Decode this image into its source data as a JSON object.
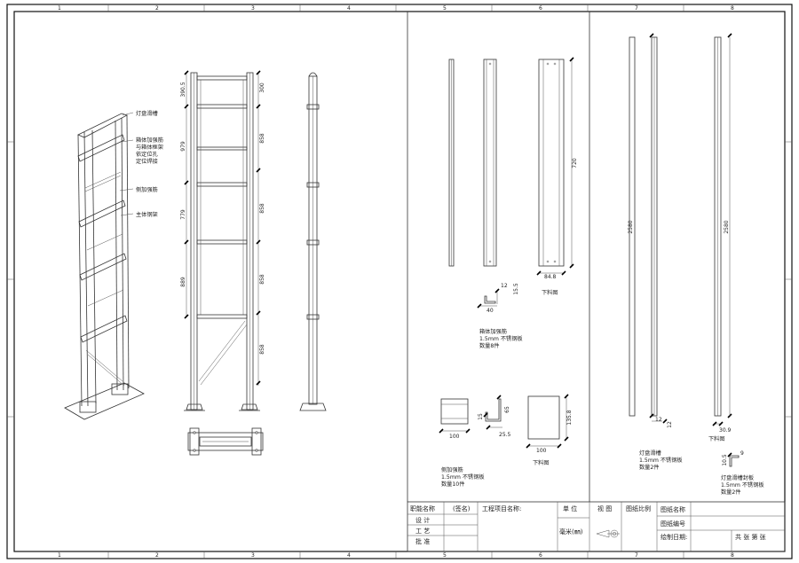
{
  "border": {
    "top_zones": [
      "1",
      "2",
      "3",
      "4",
      "5",
      "6",
      "7",
      "8"
    ],
    "bottom_zones": [
      "1",
      "2",
      "3",
      "4",
      "5",
      "6",
      "7",
      "8"
    ]
  },
  "iso_labels": {
    "light_tray_rail": "灯盘滑槽",
    "box_reinforcement_l1": "箱体加强筋",
    "box_reinforcement_l2": "与箱体框架",
    "box_reinforcement_l3": "依定位孔",
    "box_reinforcement_l4": "定位焊接",
    "side_reinforcement": "侧加强筋",
    "main_steel_frame": "主体钢架"
  },
  "front_dims_left": [
    "390.5",
    "979",
    "779",
    "889"
  ],
  "front_dims_right": [
    "300",
    "858",
    "858",
    "858",
    "858"
  ],
  "rib_part": {
    "dim_length": "720",
    "dim_width": "84.8",
    "dim_12": "12",
    "dim_15_5": "15.5",
    "dim_40": "40",
    "blank_caption": "下料图",
    "name": "箱体加强筋",
    "material": "1.5mm 不锈钢板",
    "qty": "数量8件"
  },
  "side_rib_part": {
    "dim_100a": "100",
    "dim_15": "15",
    "dim_65": "65",
    "dim_25_5": "25.5",
    "dim_135_8": "135.8",
    "dim_100b": "100",
    "blank_caption": "下料图",
    "name": "侧加强筋",
    "material": "1.5mm 不锈钢板",
    "qty": "数量10件"
  },
  "rail_part": {
    "dim_length": "2580",
    "dim_12a": "12",
    "dim_12b": "12",
    "name": "灯盘滑槽",
    "material": "1.5mm 不锈钢板",
    "qty": "数量2件"
  },
  "cover_part": {
    "dim_length": "2580",
    "dim_30_9": "30.9",
    "blank_caption": "下料图",
    "dim_10_5": "10.5",
    "dim_9": "9",
    "name": "灯盘滑槽封板",
    "material": "1.5mm 不锈钢板",
    "qty": "数量2件"
  },
  "title_block": {
    "role_header": "职能名称",
    "sign_header": "(签名)",
    "design": "设 计",
    "process": "工 艺",
    "approve": "批 准",
    "project_name": "工程项目名称:",
    "unit_label": "单 位",
    "unit_value": "毫米(㎜)",
    "view_label": "视 图",
    "scale_label": "图纸比例",
    "drawing_name": "图纸名称",
    "drawing_no": "图纸编号",
    "draw_date": "绘制日期:",
    "sheets": "共 张 第 张"
  }
}
